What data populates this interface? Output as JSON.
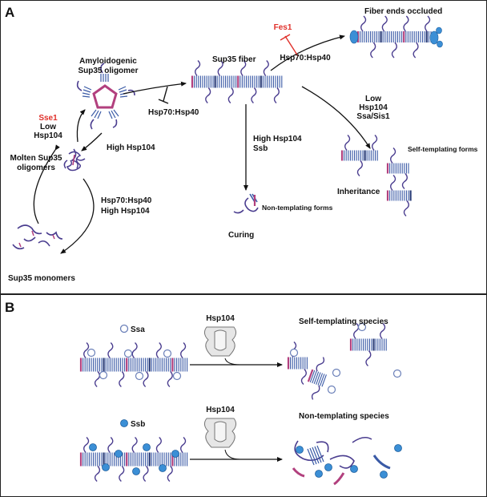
{
  "panel_a": {
    "letter": "A",
    "amyloidogenic_line1": "Amyloidogenic",
    "amyloidogenic_line2": "Sup35 oligomer",
    "sse1": "Sse1",
    "low": "Low",
    "hsp104": "Hsp104",
    "high_hsp104": "High Hsp104",
    "molten_line1": "Molten Sup35",
    "molten_line2": "oligomers",
    "hsp70_hsp40_a": "Hsp70:Hsp40",
    "high_hsp104_2": "High Hsp104",
    "monomers": "Sup35 monomers",
    "hsp70_hsp40_b": "Hsp70:Hsp40",
    "fiber": "Sup35 fiber",
    "fes1": "Fes1",
    "hsp70_hsp40_c": "Hsp70:Hsp40",
    "fiber_ends": "Fiber ends occluded",
    "high_hsp104_ssb_1": "High Hsp104",
    "high_hsp104_ssb_2": "Ssb",
    "non_templating_forms": "Non-templating forms",
    "curing": "Curing",
    "low2": "Low",
    "hsp104_2": "Hsp104",
    "ssa_sis1": "Ssa/Sis1",
    "self_templating_forms": "Self-templating forms",
    "inheritance": "Inheritance"
  },
  "panel_b": {
    "letter": "B",
    "ssa": "Ssa",
    "ssb": "Ssb",
    "hsp104_top": "Hsp104",
    "hsp104_bottom": "Hsp104",
    "self_templating_species": "Self-templating species",
    "non_templating_species": "Non-templating species"
  },
  "colors": {
    "fiber_blue": "#3a5aa6",
    "fiber_pink": "#b2407e",
    "monomer_purple": "#4a3d8f",
    "red_label": "#e0302a",
    "ssb_blue": "#3b8fd6"
  }
}
